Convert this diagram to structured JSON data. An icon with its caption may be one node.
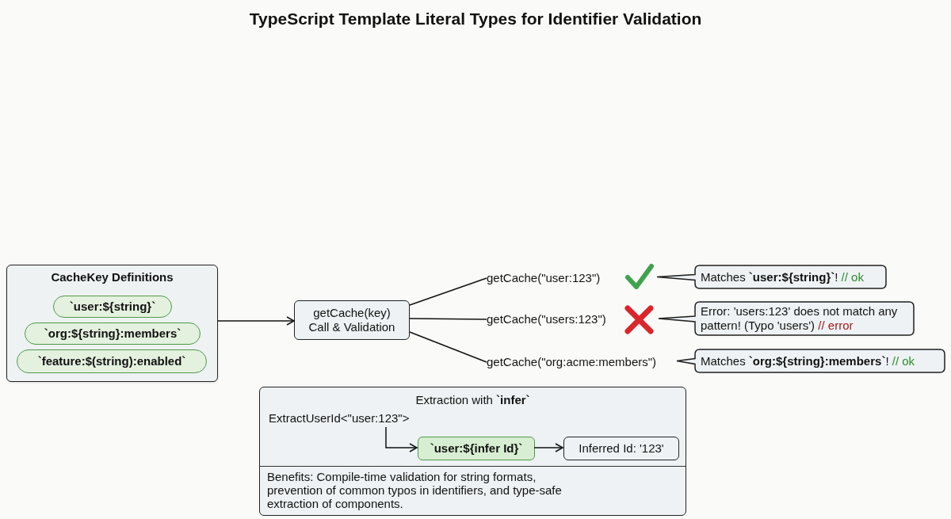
{
  "diagram": {
    "title": "TypeScript Template Literal Types for Identifier Validation",
    "nodes": [
      {
        "text": [
          "CacheKey Definitions"
        ]
      },
      {
        "text": [
          "`user:${string}`"
        ],
        "in": 0
      },
      {
        "text": [
          "`org:${string}:members`"
        ],
        "in": 0
      },
      {
        "text": [
          "`feature:$(string):enabled`"
        ],
        "in": 0
      },
      {
        "text": [
          "getCache(key) Call & Validation"
        ]
      },
      {
        "text": [
          "getCache(\"user:123\")"
        ]
      },
      {
        "text": [
          "getCache(\"users:123\")"
        ]
      },
      {
        "text": [
          "getCache(\"org:acme:members\")"
        ]
      },
      {
        "text": [
          "Matches **`user:${string}`**!",
          "// ok"
        ]
      },
      {
        "text": [
          "Error: 'users:123' does not match any pattern! (Typo 'users')",
          "// error"
        ]
      },
      {
        "text": [
          "Matches **`org:${string}:members`**!",
          "// ok"
        ]
      },
      {
        "text": [
          "Extraction with **`infer`**",
          "Benefits: Compile-time validation for string formats, prevention of common typos in identifiers, and type-safe extraction of components."
        ]
      },
      {
        "text": [
          "ExtractUserId<\"user:123\">"
        ],
        "in": 11
      },
      {
        "text": [
          "`user:${infer Id}`"
        ],
        "in": 11
      },
      {
        "text": [
          "Inferred Id: '123'"
        ],
        "in": 11
      }
    ],
    "edges": [
      {
        "from": 0,
        "to": 4,
        "arrow": "to"
      },
      {
        "from": 4,
        "to": 5,
        "arrow": "none"
      },
      {
        "from": 4,
        "to": 6,
        "arrow": "none"
      },
      {
        "from": 4,
        "to": 7,
        "arrow": "none"
      },
      {
        "from": 12,
        "to": 13,
        "arrow": "to"
      },
      {
        "from": 13,
        "to": 14,
        "arrow": "to"
      }
    ]
  }
}
